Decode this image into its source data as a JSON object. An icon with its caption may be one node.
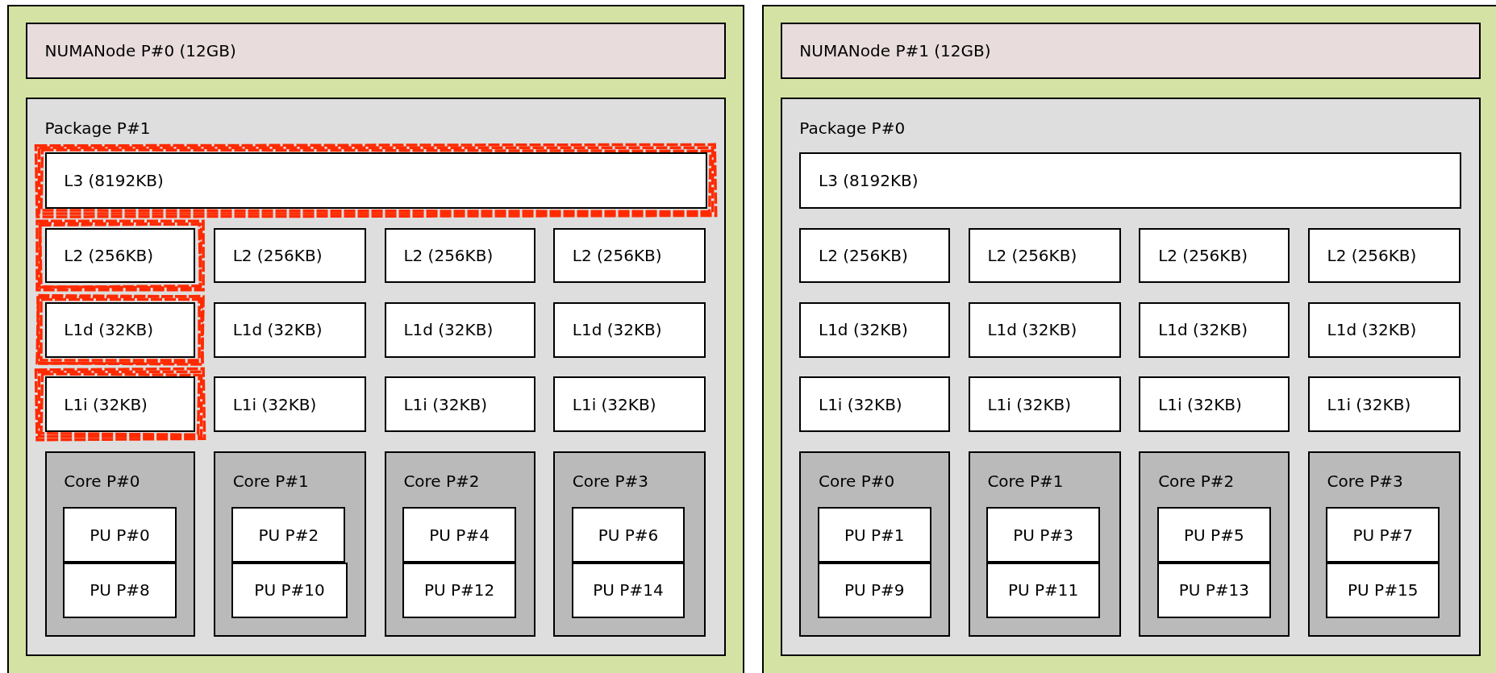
{
  "diagram": {
    "nodes": [
      {
        "text": [],
        "shape": "box"
      },
      {
        "text": [
          "NUMANode P#0 (12GB)"
        ],
        "in": 0
      },
      {
        "text": [
          "Package P#1"
        ],
        "in": 0
      },
      {
        "text": [
          "L3 (8192KB)"
        ],
        "in": 2
      },
      {
        "text": [
          "L2 (256KB)"
        ],
        "in": 2
      },
      {
        "text": [
          "L2 (256KB)"
        ],
        "in": 2
      },
      {
        "text": [
          "L2 (256KB)"
        ],
        "in": 2
      },
      {
        "text": [
          "L2 (256KB)"
        ],
        "in": 2
      },
      {
        "text": [
          "L1d (32KB)"
        ],
        "in": 2
      },
      {
        "text": [
          "L1d (32KB)"
        ],
        "in": 2
      },
      {
        "text": [
          "L1d (32KB)"
        ],
        "in": 2
      },
      {
        "text": [
          "L1d (32KB)"
        ],
        "in": 2
      },
      {
        "text": [
          "L1i (32KB)"
        ],
        "in": 2
      },
      {
        "text": [
          "L1i (32KB)"
        ],
        "in": 2
      },
      {
        "text": [
          "L1i (32KB)"
        ],
        "in": 2
      },
      {
        "text": [
          "L1i (32KB)"
        ],
        "in": 2
      },
      {
        "text": [
          "Core P#0"
        ],
        "in": 2
      },
      {
        "text": [
          "PU P#0"
        ],
        "in": 16
      },
      {
        "text": [
          "PU P#8"
        ],
        "in": 16
      },
      {
        "text": [
          "Core P#1"
        ],
        "in": 2
      },
      {
        "text": [
          "PU P#2"
        ],
        "in": 19
      },
      {
        "text": [
          "PU P#10"
        ],
        "in": 19
      },
      {
        "text": [
          "Core P#2"
        ],
        "in": 2
      },
      {
        "text": [
          "PU P#4"
        ],
        "in": 22
      },
      {
        "text": [
          "PU P#12"
        ],
        "in": 22
      },
      {
        "text": [
          "Core P#3"
        ],
        "in": 2
      },
      {
        "text": [
          "PU P#6"
        ],
        "in": 25
      },
      {
        "text": [
          "PU P#14"
        ],
        "in": 25
      },
      {
        "text": [],
        "shape": "box"
      },
      {
        "text": [
          "NUMANode P#1 (12GB)"
        ],
        "in": 28
      },
      {
        "text": [
          "Package P#0"
        ],
        "in": 28
      },
      {
        "text": [
          "L3 (8192KB)"
        ],
        "in": 30
      },
      {
        "text": [
          "L2 (256KB)"
        ],
        "in": 30
      },
      {
        "text": [
          "L2 (256KB)"
        ],
        "in": 30
      },
      {
        "text": [
          "L2 (256KB)"
        ],
        "in": 30
      },
      {
        "text": [
          "L2 (256KB)"
        ],
        "in": 30
      },
      {
        "text": [
          "L1d (32KB)"
        ],
        "in": 30
      },
      {
        "text": [
          "L1d (32KB)"
        ],
        "in": 30
      },
      {
        "text": [
          "L1d (32KB)"
        ],
        "in": 30
      },
      {
        "text": [
          "L1d (32KB)"
        ],
        "in": 30
      },
      {
        "text": [
          "L1i (32KB)"
        ],
        "in": 30
      },
      {
        "text": [
          "L1i (32KB)"
        ],
        "in": 30
      },
      {
        "text": [
          "L1i (32KB)"
        ],
        "in": 30
      },
      {
        "text": [
          "L1i (32KB)"
        ],
        "in": 30
      },
      {
        "text": [
          "Core P#0"
        ],
        "in": 30
      },
      {
        "text": [
          "PU P#1"
        ],
        "in": 44
      },
      {
        "text": [
          "PU P#9"
        ],
        "in": 44
      },
      {
        "text": [
          "Core P#1"
        ],
        "in": 30
      },
      {
        "text": [
          "PU P#3"
        ],
        "in": 47
      },
      {
        "text": [
          "PU P#11"
        ],
        "in": 47
      },
      {
        "text": [
          "Core P#2"
        ],
        "in": 30
      },
      {
        "text": [
          "PU P#5"
        ],
        "in": 50
      },
      {
        "text": [
          "PU P#13"
        ],
        "in": 50
      },
      {
        "text": [
          "Core P#3"
        ],
        "in": 30
      },
      {
        "text": [
          "PU P#7"
        ],
        "in": 53
      },
      {
        "text": [
          "PU P#15"
        ],
        "in": 53
      }
    ],
    "edges": []
  }
}
